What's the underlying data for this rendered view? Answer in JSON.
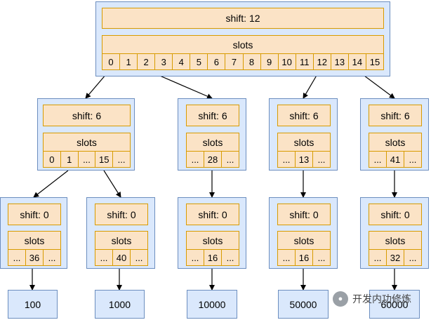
{
  "root": {
    "shift": "shift: 12",
    "slots_title": "slots",
    "cells": [
      "0",
      "1",
      "2",
      "3",
      "4",
      "5",
      "6",
      "7",
      "8",
      "9",
      "10",
      "11",
      "12",
      "13",
      "14",
      "15"
    ]
  },
  "level1": [
    {
      "shift": "shift: 6",
      "slots_title": "slots",
      "cells": [
        "0",
        "1",
        "...",
        "15",
        "..."
      ]
    },
    {
      "shift": "shift: 6",
      "slots_title": "slots",
      "cells": [
        "...",
        "28",
        "..."
      ]
    },
    {
      "shift": "shift: 6",
      "slots_title": "slots",
      "cells": [
        "...",
        "13",
        "..."
      ]
    },
    {
      "shift": "shift: 6",
      "slots_title": "slots",
      "cells": [
        "...",
        "41",
        "..."
      ]
    }
  ],
  "level2": [
    {
      "shift": "shift: 0",
      "slots_title": "slots",
      "cells": [
        "...",
        "36",
        "..."
      ]
    },
    {
      "shift": "shift: 0",
      "slots_title": "slots",
      "cells": [
        "...",
        "40",
        "..."
      ]
    },
    {
      "shift": "shift: 0",
      "slots_title": "slots",
      "cells": [
        "...",
        "16",
        "..."
      ]
    },
    {
      "shift": "shift: 0",
      "slots_title": "slots",
      "cells": [
        "...",
        "16",
        "..."
      ]
    },
    {
      "shift": "shift: 0",
      "slots_title": "slots",
      "cells": [
        "...",
        "32",
        "..."
      ]
    }
  ],
  "leaves": [
    "100",
    "1000",
    "10000",
    "50000",
    "60000"
  ],
  "watermark": {
    "text": "开发内功修炼",
    "icon": "wechat-icon"
  },
  "colors": {
    "node_fill": "#dae8fc",
    "node_stroke": "#6c8ebf",
    "slot_fill": "#fbe3c6",
    "slot_stroke": "#d79b00"
  }
}
